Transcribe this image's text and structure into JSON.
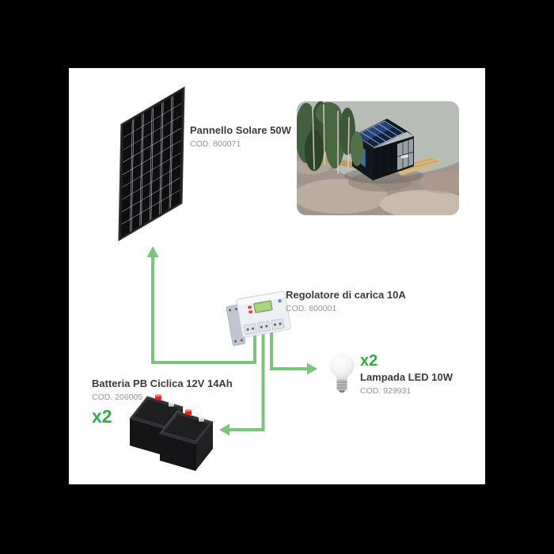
{
  "colors": {
    "background": "#000000",
    "canvas": "#ffffff",
    "accent_green": "#2ead47",
    "arrow_green": "#7cc47e",
    "title_text": "#3b3b3b",
    "code_text": "#949494",
    "panel_blue": "#2c4f8f",
    "battery_terminal_red": "#d7261f"
  },
  "items": {
    "solar_panel": {
      "title": "Pannello Solare 50W",
      "code": "COD. 800071"
    },
    "regulator": {
      "title": "Regolatore di carica 10A",
      "code": "COD. 800001"
    },
    "battery": {
      "title": "Batteria PB Ciclica 12V 14Ah",
      "code": "COD. 206005",
      "qty": "x2"
    },
    "led_lamp": {
      "title": "Lampada LED 10W",
      "code": "COD. 929931",
      "qty": "x2"
    }
  },
  "connections": [
    {
      "from": "regulator",
      "to": "solar_panel"
    },
    {
      "from": "regulator",
      "to": "battery"
    },
    {
      "from": "regulator",
      "to": "led_lamp"
    }
  ]
}
